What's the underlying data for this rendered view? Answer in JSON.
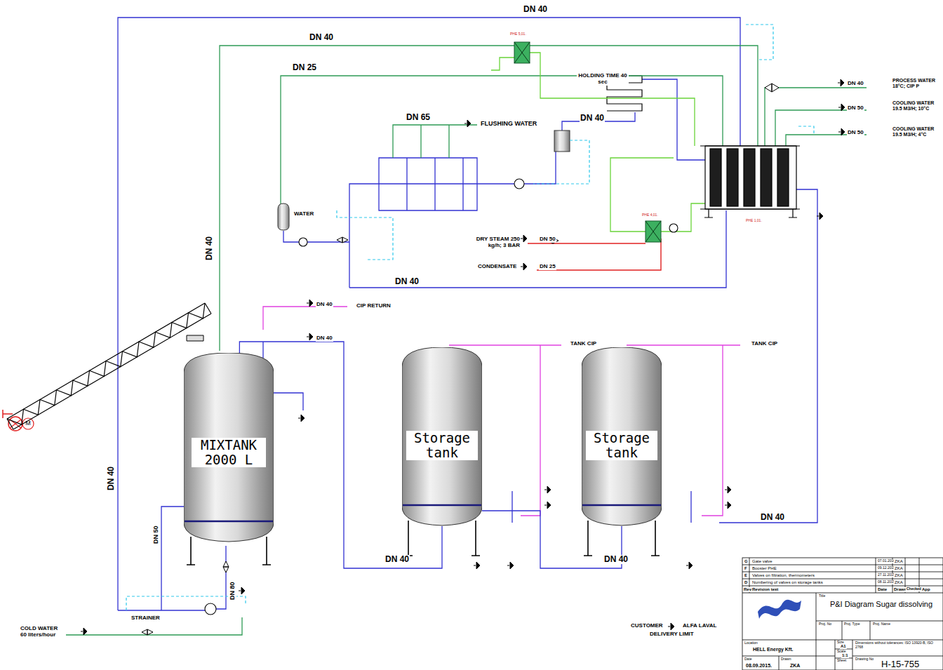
{
  "diagram": {
    "nodes": [
      {
        "text": [
          "MIXTANK 2000 L"
        ]
      },
      {
        "text": [
          "Storage tank"
        ]
      },
      {
        "text": [
          "Storage tank"
        ]
      },
      {
        "text": [
          "WATER"
        ]
      }
    ],
    "edges": [
      {
        "from": 0,
        "to": 1,
        "label": "DN 40",
        "arrow": "none"
      },
      {
        "from": 1,
        "to": 2,
        "label": "DN 40",
        "arrow": "none"
      }
    ],
    "labels": [
      "DN 40",
      "DN 40",
      "DN 25",
      "DN 65",
      "FLUSHING WATER",
      "HOLDING TIME 40 sec",
      "DN 40",
      "PROCESS WATER 18°C; CIP P",
      "DN 40",
      "COOLING WATER 19.5 M3/H; 10°C",
      "DN 50",
      "COOLING WATER 19.5 M3/H; 4°C",
      "DN 50",
      "DRY STEAM 250 kg/h; 3 BAR",
      "DN 50",
      "CONDENSATE",
      "DN 25",
      "DN 40",
      "DN 40",
      "DN 40",
      "CIP RETURN",
      "DN 40",
      "DN 40",
      "TANK CIP",
      "TANK CIP",
      "DN 40",
      "DN 50",
      "DN 80",
      "STRAINER",
      "COLD WATER 60 liters/hour",
      "M",
      "CUSTOMER",
      "ALFA LAVAL",
      "DELIVERY LIMIT",
      "PHE 5,01.",
      "PHE 4,01.",
      "PHE 1,01.",
      "G",
      "Gate valve",
      "07.01.2016.",
      "ZKA",
      "F",
      "Booster PHE",
      "09.12.2015.",
      "ZKA",
      "E",
      "Valves on filtration, thermometers",
      "27.11.2015.",
      "ZKA",
      "D",
      "Numbering of valves on storage tanks",
      "08.11.2015.",
      "ZKA",
      "Rev.",
      "Revision text",
      "Date",
      "Drawn",
      "Checked",
      "App",
      "Title",
      "P&I Diagram Sugar dissolving",
      "Proj. No",
      "Proj. Name",
      "Proj. Type",
      "Location",
      "HELL Energy Kft.",
      "Size",
      "A1",
      "Dimensions without tolerances: ISO 13920-B, ISO 2768",
      "Date",
      "08.09.2015.",
      "Drawn",
      "ZKA",
      "Scale",
      "1:1",
      "Sheet",
      "Drawing No",
      "H-15-755"
    ]
  }
}
